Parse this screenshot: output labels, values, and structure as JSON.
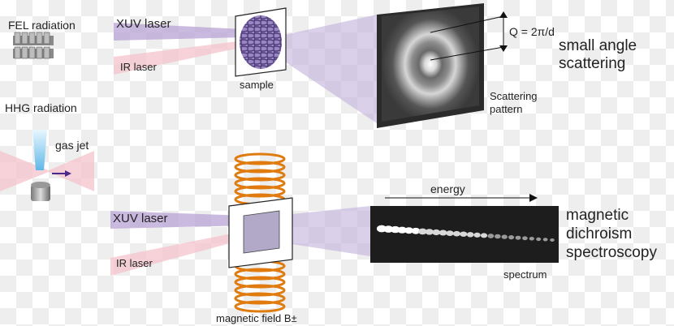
{
  "labels": {
    "fel_radiation": "FEL radiation",
    "hhg_radiation": "HHG radiation",
    "gas_jet": "gas jet",
    "xuv_laser_top": "XUV laser",
    "ir_laser_top": "IR laser",
    "sample": "sample",
    "q_formula": "Q = 2π/d",
    "small_angle_scattering": [
      "small angle",
      "scattering"
    ],
    "scattering_pattern": [
      "Scattering",
      "pattern"
    ],
    "xuv_laser_bottom": "XUV laser",
    "ir_laser_bottom": "IR laser",
    "energy": "energy",
    "magnetic_dichroism_spectroscopy": [
      "magnetic",
      "dichroism",
      "spectroscopy"
    ],
    "spectrum": "spectrum",
    "magnetic_field": "magnetic field B±"
  },
  "colors": {
    "xuv_beam": "#b9a3d6",
    "ir_beam": "#f4c4cc",
    "coil": "#e07b10",
    "detector": "#2b2b2b"
  }
}
